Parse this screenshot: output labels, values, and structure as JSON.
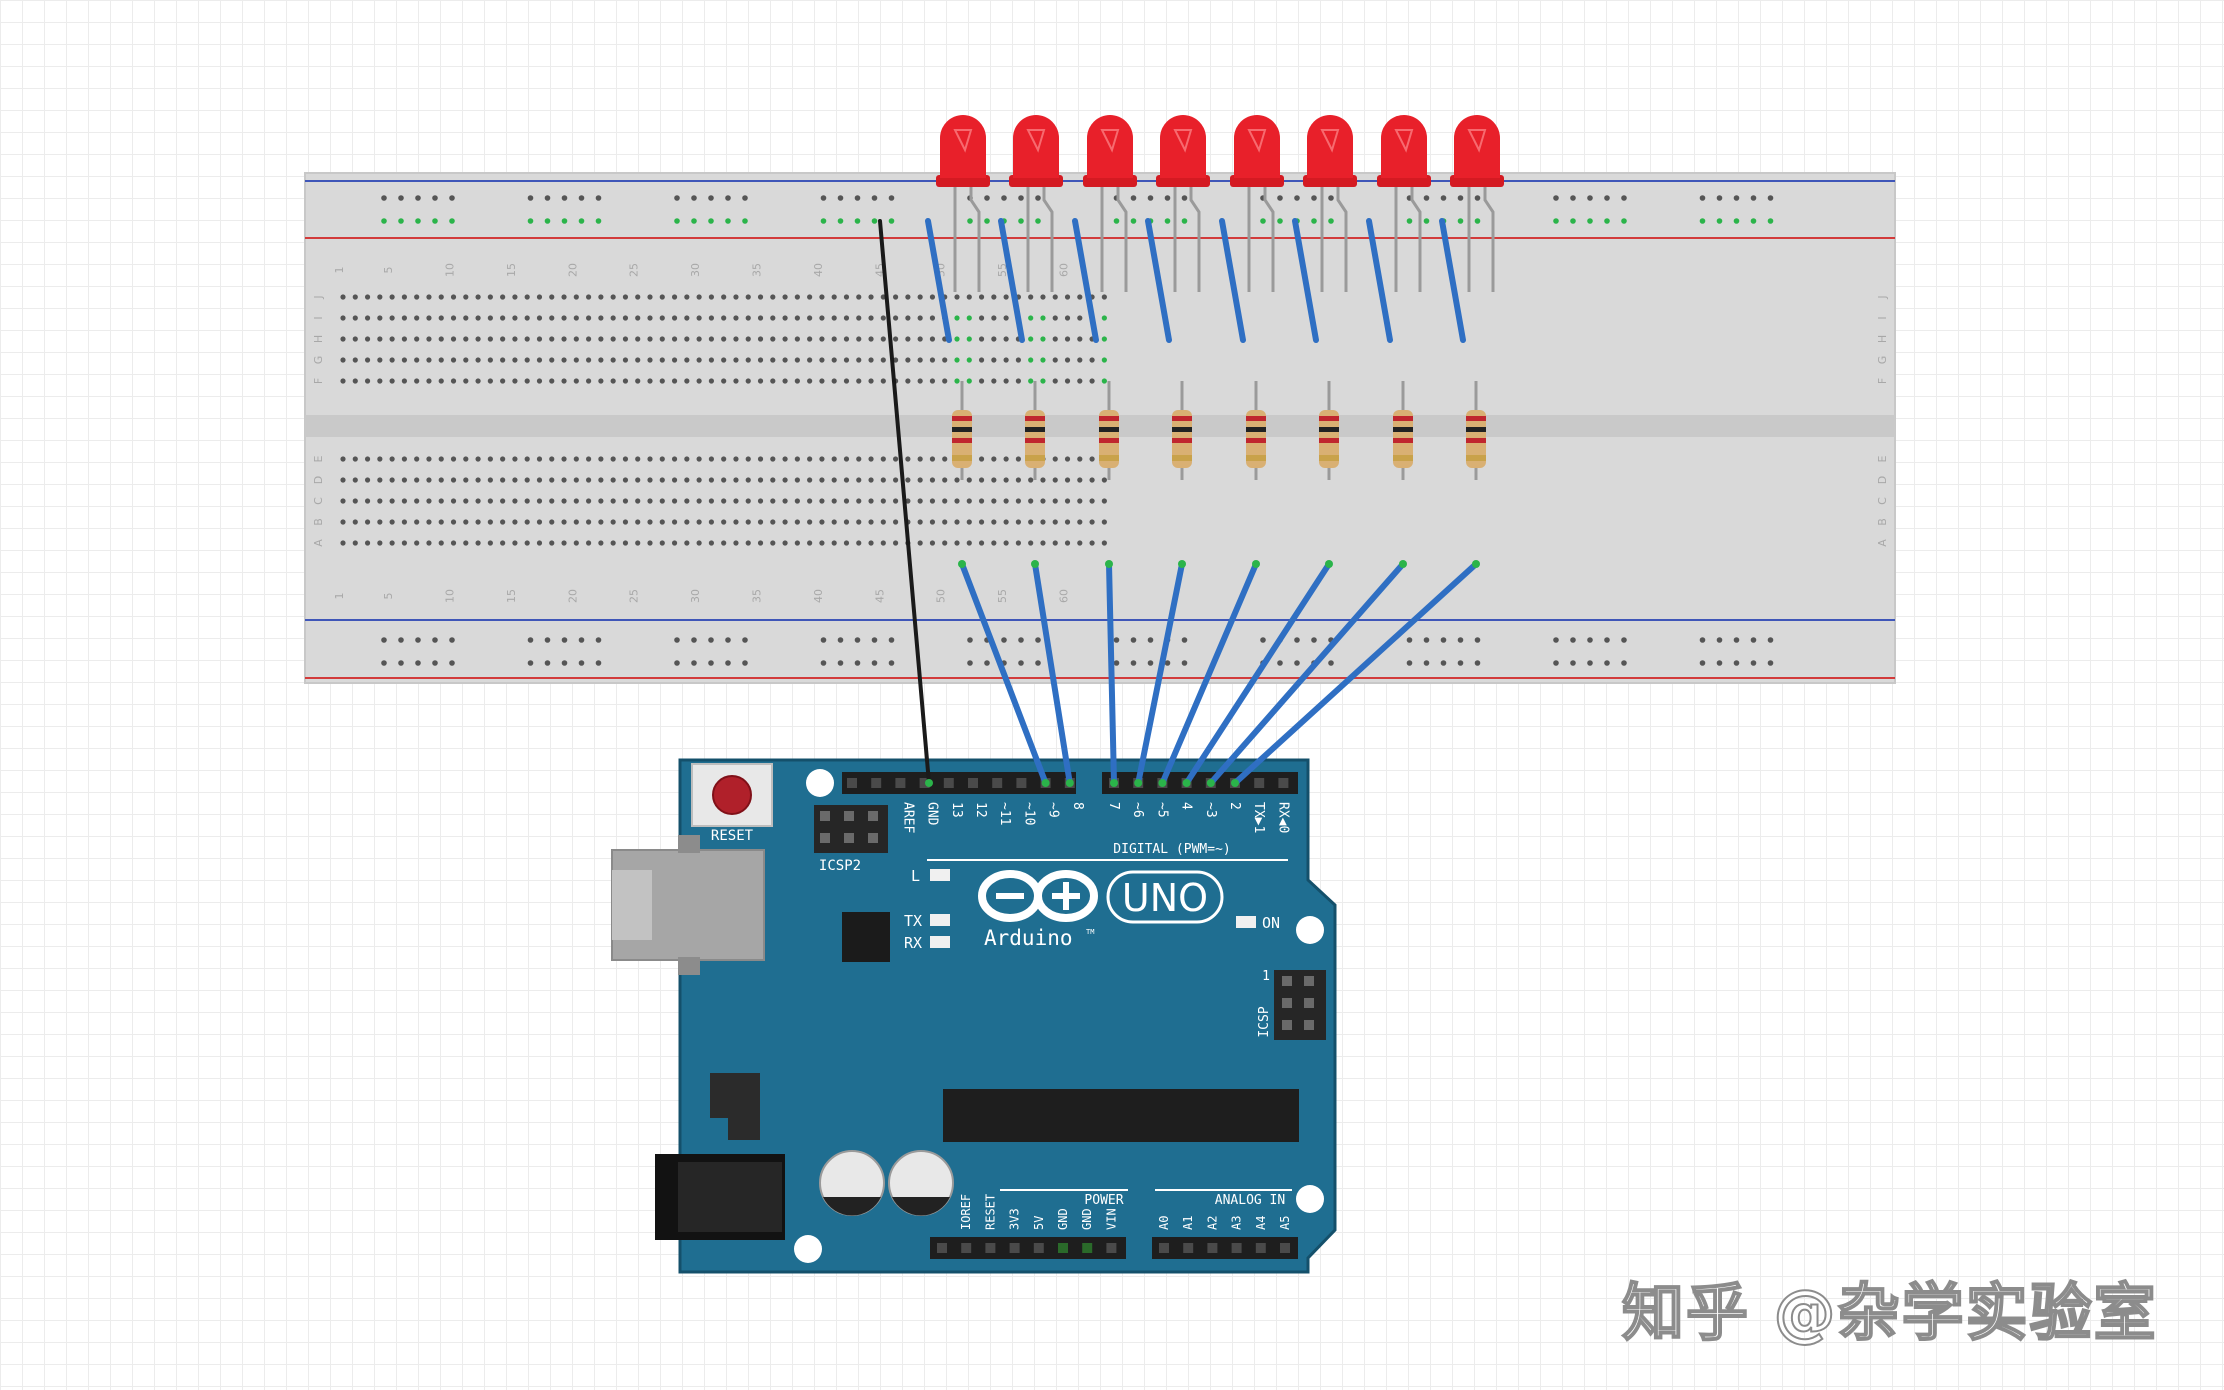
{
  "breadboard": {
    "column_numbers": [
      "1",
      "5",
      "10",
      "15",
      "20",
      "25",
      "30",
      "35",
      "40",
      "45",
      "50",
      "55",
      "60"
    ],
    "row_letters_top": [
      "J",
      "I",
      "H",
      "G",
      "F"
    ],
    "row_letters_bottom": [
      "E",
      "D",
      "C",
      "B",
      "A"
    ]
  },
  "led_count": 8,
  "arduino": {
    "reset_label": "RESET",
    "icsp2_label": "ICSP2",
    "icsp_label": "ICSP",
    "icsp_pin1": "1",
    "logo_text": "Arduino",
    "logo_tm": "TM",
    "model_text": "UNO",
    "on_label": "ON",
    "l_label": "L",
    "tx_label": "TX",
    "rx_label": "RX",
    "digital_label": "DIGITAL (PWM=~)",
    "power_label": "POWER",
    "analog_label": "ANALOG IN",
    "digital_pins_left": [
      "AREF",
      "GND",
      "13",
      "12",
      "~11",
      "~10",
      "~9",
      "8"
    ],
    "digital_pins_right": [
      "7",
      "~6",
      "~5",
      "4",
      "~3",
      "2",
      "TX▶1",
      "RX◀0"
    ],
    "power_pins": [
      "IOREF",
      "RESET",
      "3V3",
      "5V",
      "GND",
      "GND",
      "VIN"
    ],
    "analog_pins": [
      "A0",
      "A1",
      "A2",
      "A3",
      "A4",
      "A5"
    ]
  },
  "colors": {
    "board": "#1f6e91",
    "board_edge": "#14506b",
    "led": "#e8202a",
    "jumper_blue": "#2f6fc3",
    "jumper_black": "#1a1a1a",
    "breadboard": "#dcdcdc",
    "hole": "#555555",
    "hole_active": "#2bb44a",
    "rail_red": "#d23b3b",
    "rail_blue": "#3f56b8"
  },
  "watermark": "知乎 @杂学实验室"
}
